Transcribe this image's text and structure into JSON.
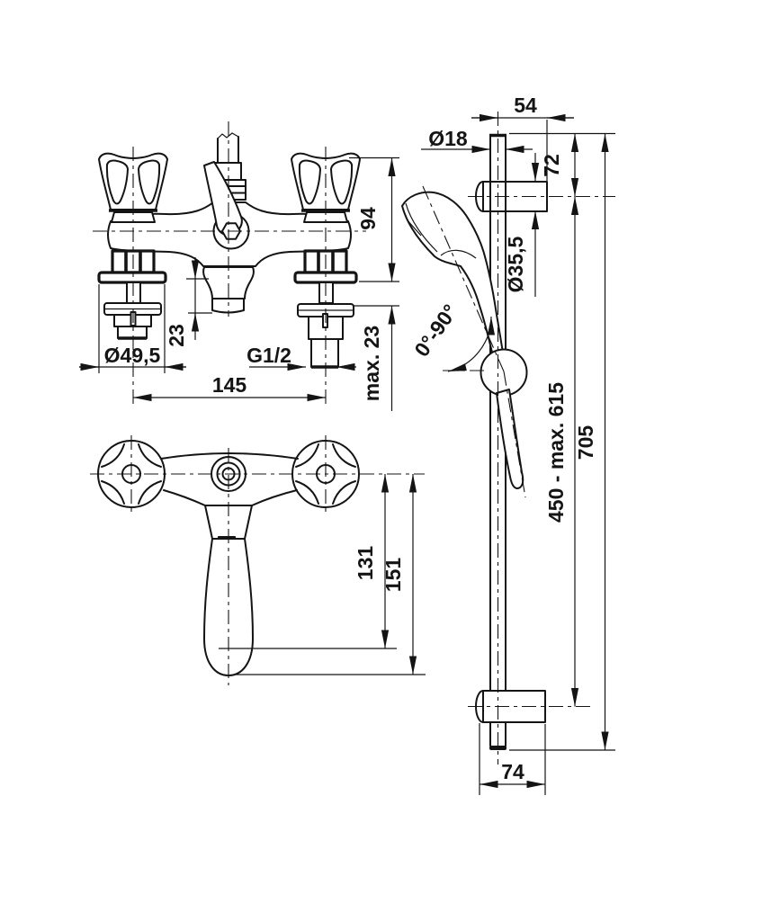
{
  "colors": {
    "background": "#ffffff",
    "ink": "#141414"
  },
  "dimensions": {
    "front": {
      "body_height": "94",
      "spout_drop": "23",
      "deck_thickness": "max. 23",
      "flange_diameter": "Ø49,5",
      "thread_size": "G1/2",
      "tap_centers": "145"
    },
    "top": {
      "aerator_reach": "131",
      "spout_reach": "151"
    },
    "rail": {
      "bracket_reach": "54",
      "tube_diameter": "Ø18",
      "top_offset": "72",
      "bracket_diameter": "Ø35,5",
      "handset_angle": "0°-90°",
      "adjust_range": "450 - max. 615",
      "overall_length": "705",
      "bottom_bracket_reach": "74"
    }
  }
}
